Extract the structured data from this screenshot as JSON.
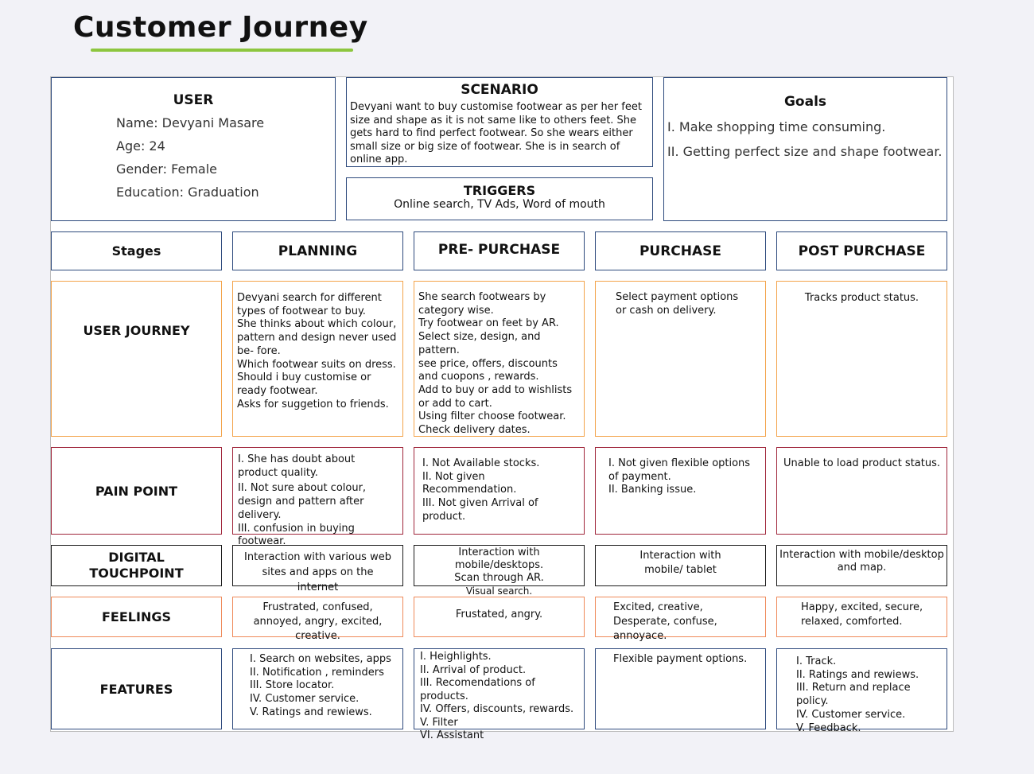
{
  "title": "Customer Journey",
  "user": {
    "heading": "USER",
    "name": "Name: Devyani Masare",
    "age": "Age: 24",
    "gender": "Gender: Female",
    "education": "Education: Graduation"
  },
  "scenario": {
    "heading": "SCENARIO",
    "text": "Devyani want to buy customise footwear as per her feet size and shape as it is not same like to others feet. She gets hard to find perfect footwear. So she wears either small size or big size of footwear. She is in search of online app."
  },
  "triggers": {
    "heading": "TRIGGERS",
    "text": "Online search, TV Ads, Word of mouth"
  },
  "goals": {
    "heading": "Goals",
    "items": [
      "I. Make shopping time consuming.",
      "II. Getting perfect size and shape footwear."
    ]
  },
  "stages": {
    "label": "Stages",
    "columns": [
      "PLANNING",
      "PRE- PURCHASE",
      "PURCHASE",
      "POST PURCHASE"
    ]
  },
  "rows": {
    "user_journey": {
      "label": "USER JOURNEY",
      "cells": [
        [
          "Devyani search for different types of footwear to buy.",
          "She thinks about which colour, pattern and design never used be- fore.",
          "Which footwear suits on dress.",
          "Should i buy customise or ready footwear.",
          "Asks for suggetion to friends."
        ],
        [
          "She search footwears by category wise.",
          "Try footwear on feet by AR.",
          "Select size, design, and pattern.",
          "see price, offers, discounts and cuopons , rewards.",
          "Add to buy or add to wishlists or add to cart.",
          "Using filter choose footwear.",
          "Check delivery dates."
        ],
        [
          "Select payment options or cash on delivery."
        ],
        [
          "Tracks product status."
        ]
      ]
    },
    "pain_point": {
      "label": "PAIN POINT",
      "cells": [
        [
          "I. She has doubt about product quality.",
          "II. Not sure about colour, design and pattern after delivery.",
          "III. confusion in buying footwear."
        ],
        [
          "I. Not Available stocks.",
          "II. Not given Recommendation.",
          "III. Not given Arrival of product."
        ],
        [
          "I. Not given flexible options of payment.",
          "II. Banking issue."
        ],
        [
          "Unable to load product status."
        ]
      ]
    },
    "digital_touchpoint": {
      "label_line1": "DIGITAL",
      "label_line2": "TOUCHPOINT",
      "cells": [
        [
          "Interaction with various web sites and apps on the internet"
        ],
        [
          "Interaction with mobile/desktops.",
          "Scan through AR.",
          "Visual search."
        ],
        [
          "Interaction with mobile/ tablet"
        ],
        [
          "Interaction with mobile/desktop and map."
        ]
      ]
    },
    "feelings": {
      "label": "FEELINGS",
      "cells": [
        [
          "Frustrated, confused, annoyed, angry, excited, creative."
        ],
        [
          "Frustated, angry."
        ],
        [
          "Excited, creative, Desperate, confuse, annoyace."
        ],
        [
          "Happy, excited, secure, relaxed, comforted."
        ]
      ]
    },
    "features": {
      "label": "FEATURES",
      "cells": [
        [
          "I. Search on websites, apps",
          "II. Notification , reminders",
          "III. Store locator.",
          "IV. Customer service.",
          "V. Ratings and rewiews."
        ],
        [
          "I. Heighlights.",
          "II. Arrival of product.",
          "III. Recomendations of products.",
          "IV. Offers, discounts, rewards.",
          "V. Filter",
          "VI. Assistant"
        ],
        [
          "Flexible payment options."
        ],
        [
          "I. Track.",
          "II. Ratings and rewiews.",
          "III. Return and replace policy.",
          "IV. Customer service.",
          "V. Feedback."
        ]
      ]
    }
  }
}
